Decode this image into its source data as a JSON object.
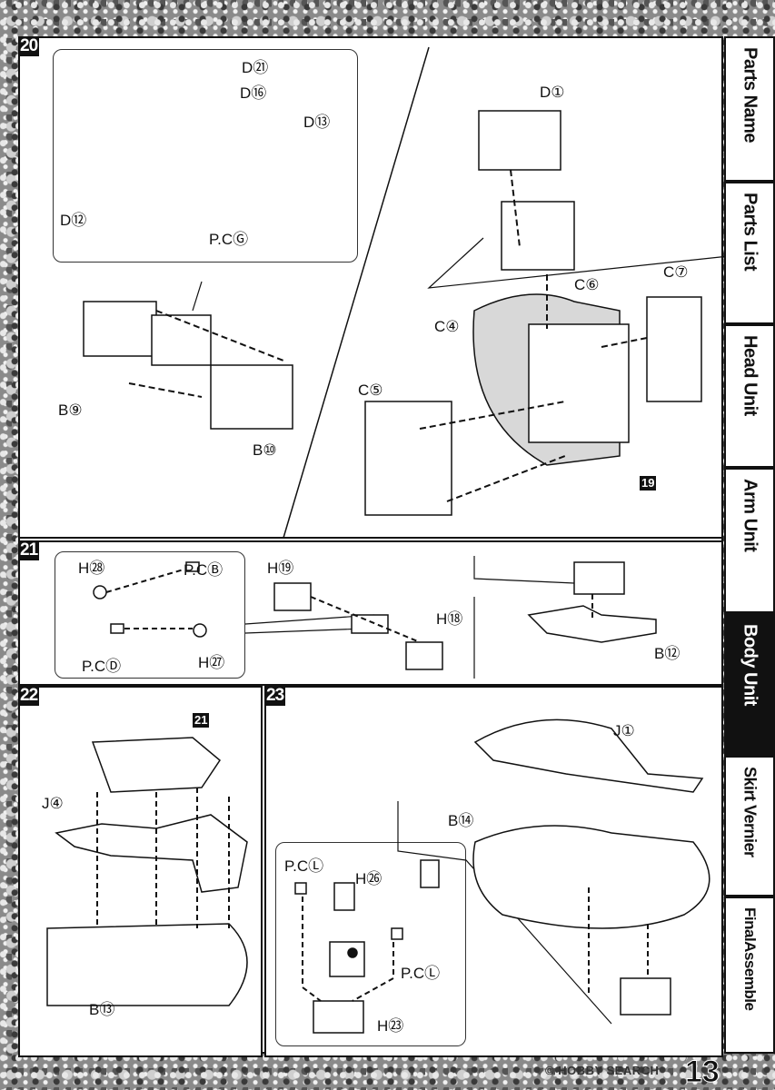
{
  "tabs": [
    {
      "label": "Parts Name"
    },
    {
      "label": "Parts List"
    },
    {
      "label": "Head Unit"
    },
    {
      "label": "Arm Unit"
    },
    {
      "label": "Body Unit",
      "active": true
    },
    {
      "label": "Skirt Vernier"
    },
    {
      "label": "FinalAssemble"
    }
  ],
  "page_number": "13",
  "watermark": "© HOBBY SEARCH",
  "steps": {
    "s20": {
      "number": "20",
      "labels": {
        "d21": "D㉑",
        "d16": "D⑯",
        "d13": "D⑬",
        "d12": "D⑫",
        "pcg": "P.CⒼ",
        "b9": "B⑨",
        "b10": "B⑩",
        "d1": "D①",
        "c6": "C⑥",
        "c7": "C⑦",
        "c4": "C④",
        "c5": "C⑤",
        "ref19": "19"
      }
    },
    "s21": {
      "number": "21",
      "labels": {
        "h28": "H㉘",
        "pcb": "P.CⒷ",
        "pcd": "P.CⒹ",
        "h27": "H㉗",
        "h19": "H⑲",
        "h18": "H⑱",
        "b12": "B⑫"
      }
    },
    "s22": {
      "number": "22",
      "labels": {
        "ref21": "21",
        "j4": "J④",
        "b13": "B⑬"
      }
    },
    "s23": {
      "number": "23",
      "labels": {
        "j1": "J①",
        "b14": "B⑭",
        "pcl1": "P.CⓁ",
        "h26": "H㉖",
        "pcl2": "P.CⓁ",
        "h23": "H㉓"
      }
    }
  }
}
